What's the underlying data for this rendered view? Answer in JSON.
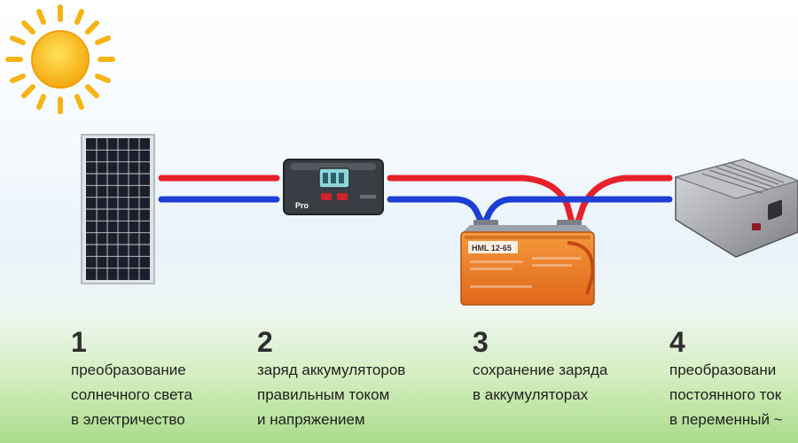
{
  "device_labels": {
    "controller_brand": "Pro",
    "battery_model": "HML 12-65"
  },
  "steps": [
    {
      "number": "1",
      "lines": [
        "преобразование",
        "солнечного света",
        "в электричество"
      ]
    },
    {
      "number": "2",
      "lines": [
        "заряд аккумуляторов",
        "правильным током",
        "и напряжением"
      ]
    },
    {
      "number": "3",
      "lines": [
        "сохранение заряда",
        "в аккумуляторах",
        ""
      ]
    },
    {
      "number": "4",
      "lines": [
        "преобразовани",
        "постоянного ток",
        "в переменный ~"
      ]
    }
  ],
  "colors": {
    "positive_wire": "#e8202a",
    "negative_wire": "#1d3fd6",
    "sun": "#f6b414",
    "battery": "#ef7e22"
  }
}
